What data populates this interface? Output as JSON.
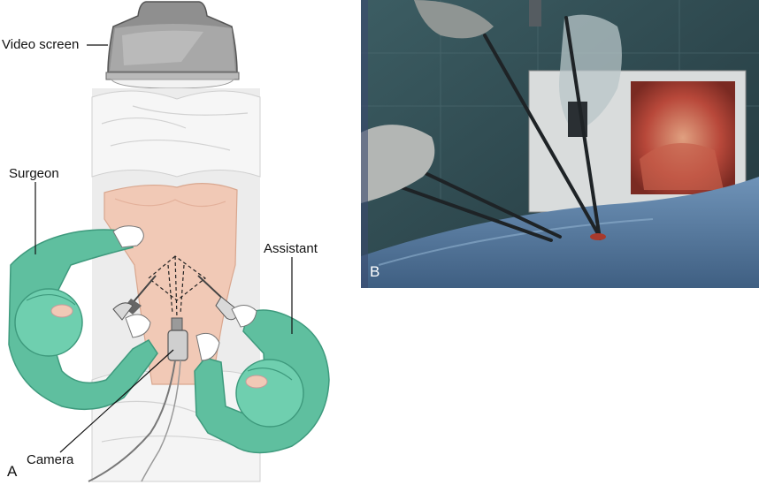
{
  "panel_a": {
    "letter": "A",
    "labels": {
      "video_screen": "Video screen",
      "surgeon": "Surgeon",
      "assistant": "Assistant",
      "camera": "Camera"
    },
    "colors": {
      "gown": "#5fbf9f",
      "gown_dark": "#3e9a7d",
      "skin": "#f1c9b6",
      "drape": "#eeeeee",
      "monitor": "#9a9a9a"
    }
  },
  "panel_b": {
    "letter": "B",
    "colors": {
      "background": "#2e4a52",
      "drape": "#5a7fa6",
      "monitor_image": "#b8483a"
    }
  }
}
